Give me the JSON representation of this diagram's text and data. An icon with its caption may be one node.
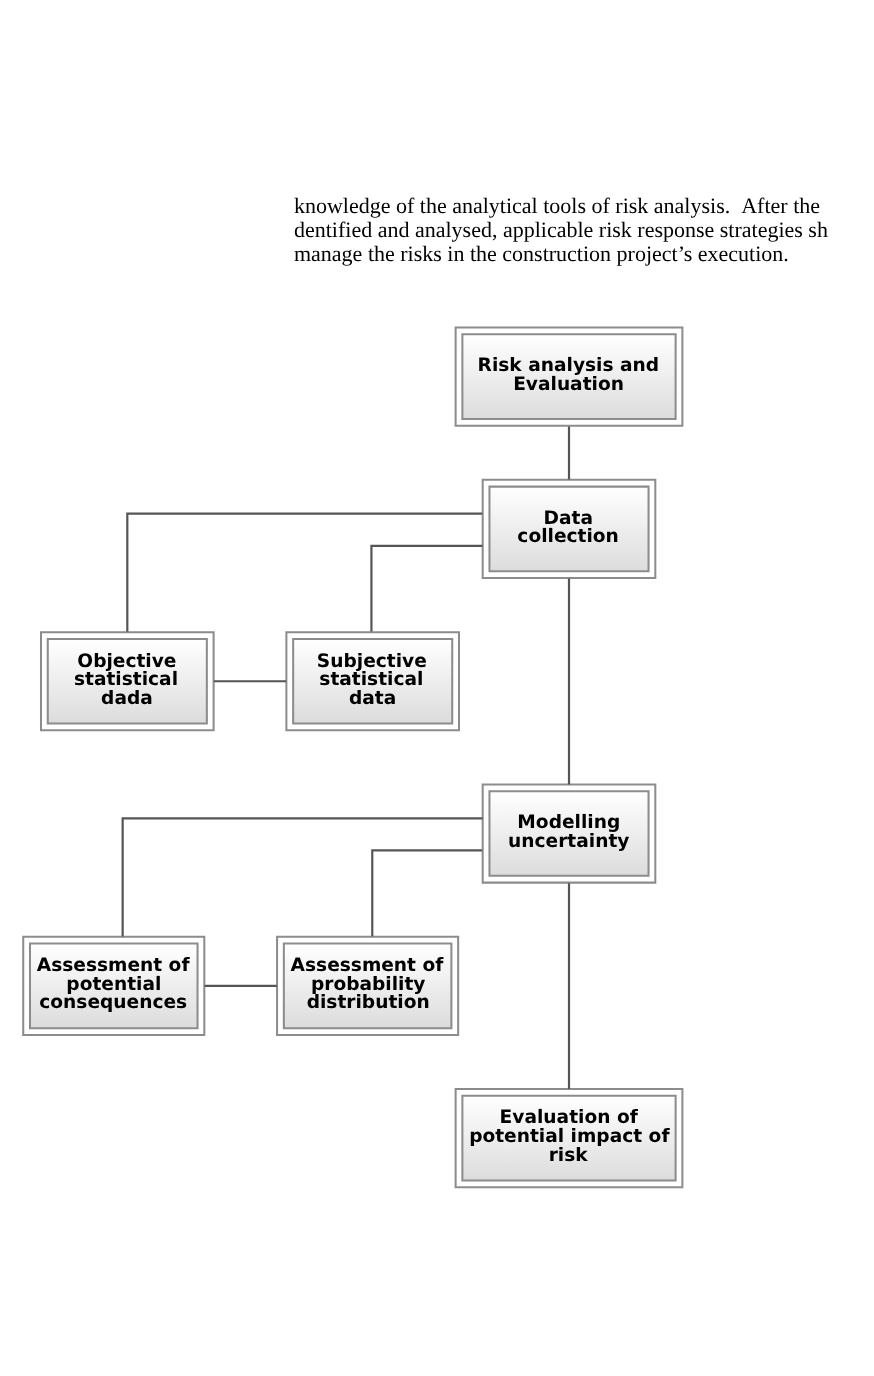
{
  "diagram": {
    "nodes": [
      {
        "text": [
          "Risk analysis and Evaluation"
        ]
      },
      {
        "text": [
          "Data collection"
        ]
      },
      {
        "text": [
          "Objective statistical dada"
        ]
      },
      {
        "text": [
          "Subjective statistical data"
        ]
      },
      {
        "text": [
          "Modelling uncertainty"
        ]
      },
      {
        "text": [
          "Assessment of potential consequences"
        ]
      },
      {
        "text": [
          "Assessment of probability distribution"
        ]
      },
      {
        "text": [
          "Evaluation of potential impact of risk"
        ]
      }
    ],
    "edges": [
      {
        "from": 0,
        "to": 1,
        "arrow": "none"
      },
      {
        "from": 1,
        "to": 2,
        "arrow": "none"
      },
      {
        "from": 1,
        "to": 3,
        "arrow": "none"
      },
      {
        "from": 1,
        "to": 4,
        "arrow": "none"
      },
      {
        "from": 2,
        "to": 3,
        "arrow": "none"
      },
      {
        "from": 4,
        "to": 5,
        "arrow": "none"
      },
      {
        "from": 4,
        "to": 6,
        "arrow": "none"
      },
      {
        "from": 4,
        "to": 7,
        "arrow": "none"
      },
      {
        "from": 5,
        "to": 6,
        "arrow": "none"
      }
    ],
    "labels": [
      "knowledge of the analytical tools of risk analysis.  After the dentified and analysed, applicable risk response strategies sh manage the risks in the construction project’s execution."
    ]
  }
}
